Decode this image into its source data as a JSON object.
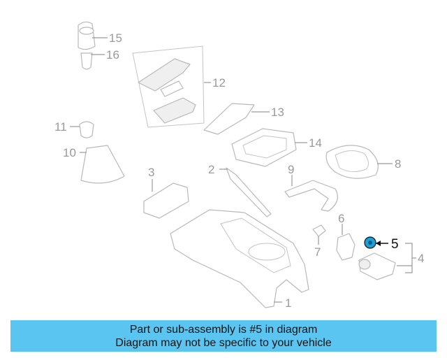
{
  "callouts": {
    "c1": "1",
    "c2": "2",
    "c3": "3",
    "c4": "4",
    "c5": "5",
    "c6": "6",
    "c7": "7",
    "c8": "8",
    "c9": "9",
    "c10": "10",
    "c11": "11",
    "c12": "12",
    "c13": "13",
    "c14": "14",
    "c15": "15",
    "c16": "16"
  },
  "highlight": {
    "part": "5",
    "color": "#1aa0d8"
  },
  "banner": {
    "line1": "Part or sub-assembly is #5 in diagram",
    "line2": "Diagram may not be specific to your vehicle",
    "background": "#5bc5f2"
  }
}
